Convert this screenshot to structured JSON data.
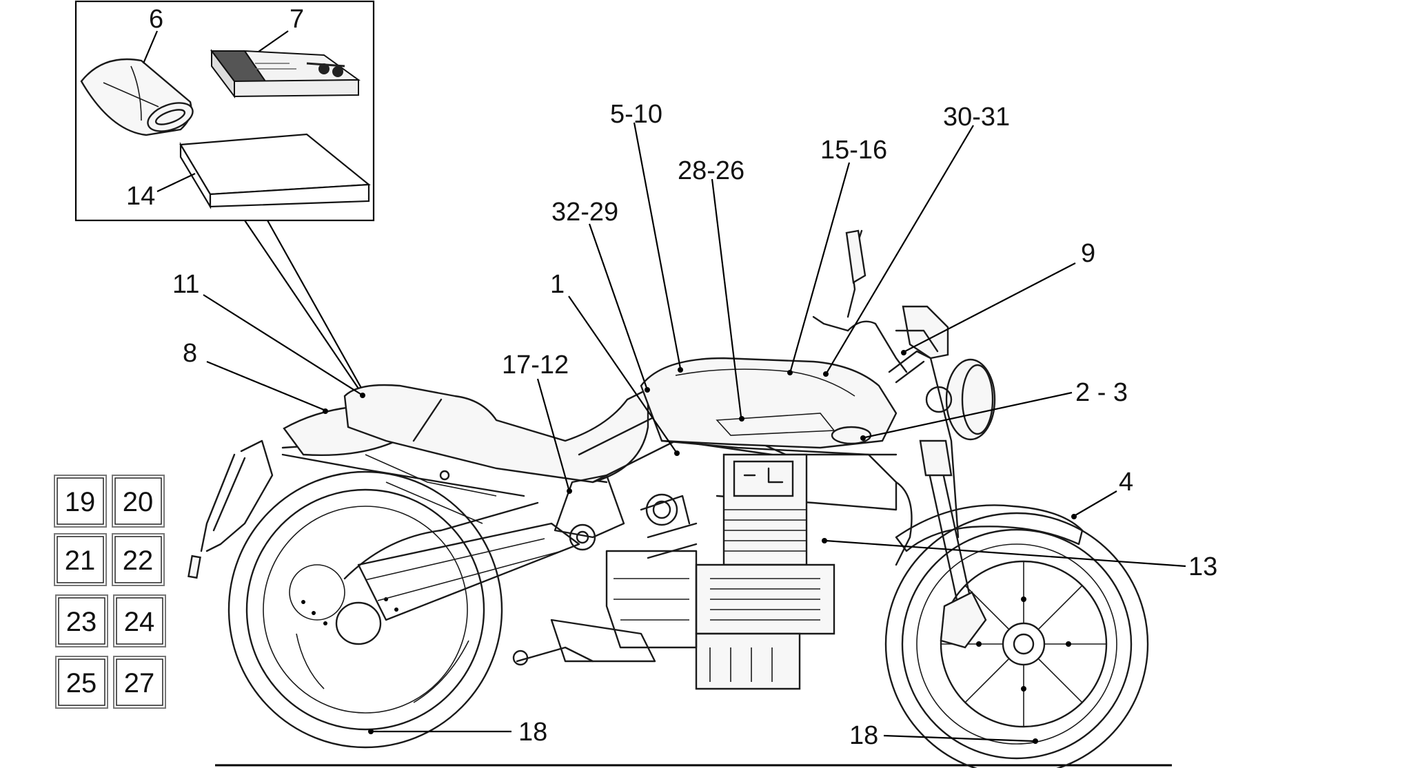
{
  "inset": {
    "labels": [
      "6",
      "7",
      "14"
    ]
  },
  "callouts": {
    "c_5_10": "5-10",
    "c_30_31": "30-31",
    "c_15_16": "15-16",
    "c_28_26": "28-26",
    "c_32_29": "32-29",
    "c_9": "9",
    "c_11": "11",
    "c_1": "1",
    "c_8": "8",
    "c_17_12": "17-12",
    "c_2_3": "2 - 3",
    "c_4": "4",
    "c_13": "13",
    "c_18_rear": "18",
    "c_18_front": "18"
  },
  "sticker_squares": [
    "19",
    "20",
    "21",
    "22",
    "23",
    "24",
    "25",
    "27"
  ]
}
